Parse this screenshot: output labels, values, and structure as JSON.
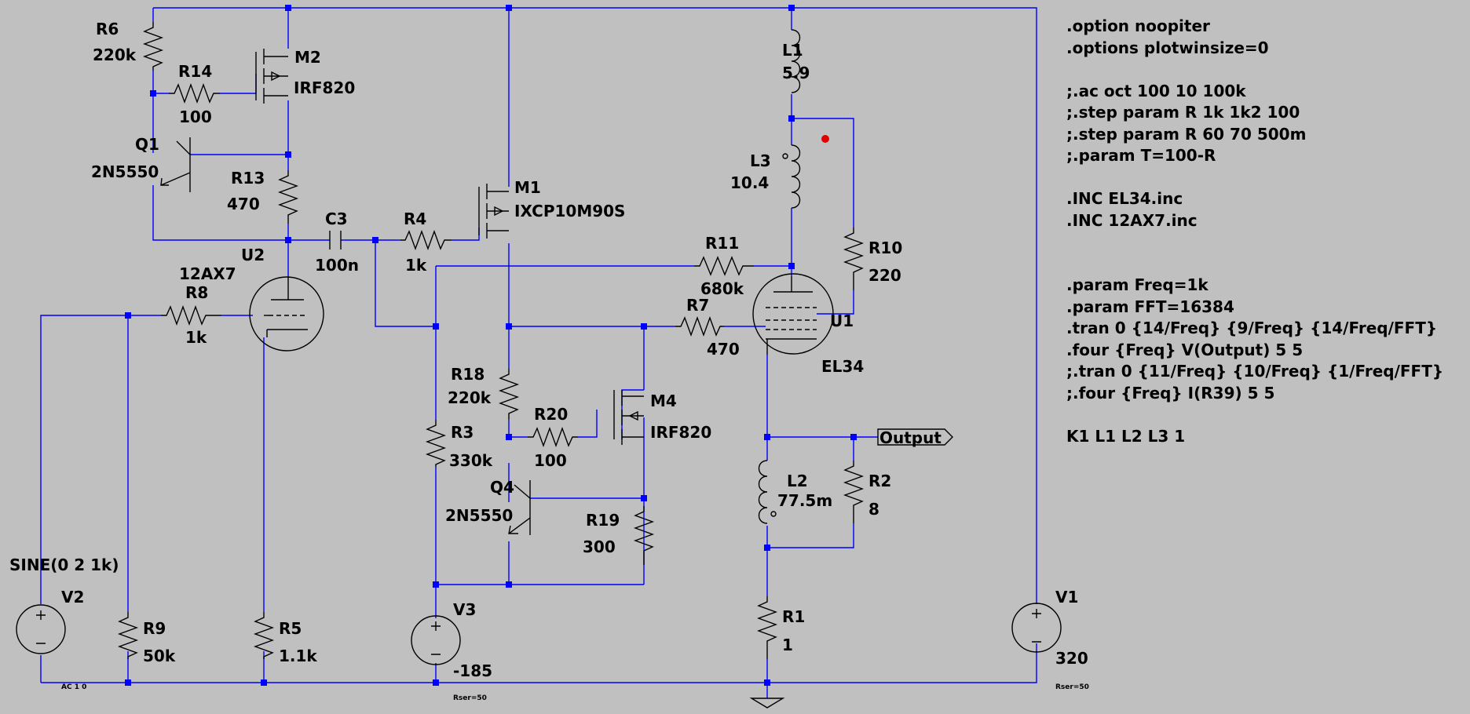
{
  "components": {
    "r6": {
      "ref": "R6",
      "value": "220k"
    },
    "r14": {
      "ref": "R14",
      "value": "100"
    },
    "m2": {
      "ref": "M2",
      "value": "IRF820"
    },
    "q1": {
      "ref": "Q1",
      "value": "2N5550"
    },
    "r13": {
      "ref": "R13",
      "value": "470"
    },
    "c3": {
      "ref": "C3",
      "value": "100n"
    },
    "r4": {
      "ref": "R4",
      "value": "1k"
    },
    "m1": {
      "ref": "M1",
      "value": "IXCP10M90S"
    },
    "u2": {
      "ref": "U2",
      "value": "12AX7"
    },
    "r8": {
      "ref": "R8",
      "value": "1k"
    },
    "l1": {
      "ref": "L1",
      "value": "5.9"
    },
    "l3": {
      "ref": "L3",
      "value": "10.4"
    },
    "r10": {
      "ref": "R10",
      "value": "220"
    },
    "r11": {
      "ref": "R11",
      "value": "680k"
    },
    "r7": {
      "ref": "R7",
      "value": "470"
    },
    "u1": {
      "ref": "U1",
      "value": "EL34"
    },
    "r18": {
      "ref": "R18",
      "value": "220k"
    },
    "r20": {
      "ref": "R20",
      "value": "100"
    },
    "m4": {
      "ref": "M4",
      "value": "IRF820"
    },
    "r3": {
      "ref": "R3",
      "value": "330k"
    },
    "q4": {
      "ref": "Q4",
      "value": "2N5550"
    },
    "r19": {
      "ref": "R19",
      "value": "300"
    },
    "l2": {
      "ref": "L2",
      "value": "77.5m"
    },
    "r2": {
      "ref": "R2",
      "value": "8"
    },
    "v2": {
      "ref": "V2",
      "value": "SINE(0 2 1k)",
      "extra": "AC 1 0"
    },
    "r9": {
      "ref": "R9",
      "value": "50k"
    },
    "r5": {
      "ref": "R5",
      "value": "1.1k"
    },
    "v3": {
      "ref": "V3",
      "value": "-185",
      "extra": "Rser=50"
    },
    "r1": {
      "ref": "R1",
      "value": "1"
    },
    "v1": {
      "ref": "V1",
      "value": "320",
      "extra": "Rser=50"
    }
  },
  "net_labels": {
    "output": "Output"
  },
  "directives": [
    ".option noopiter",
    ".options plotwinsize=0",
    "",
    ";.ac oct 100 10 100k",
    ";.step param R 1k 1k2 100",
    ";.step param R 60 70 500m",
    ";.param T=100-R",
    "",
    ".INC EL34.inc",
    ".INC 12AX7.inc",
    "",
    "",
    ".param Freq=1k",
    ".param FFT=16384",
    ".tran 0 {14/Freq} {9/Freq} {14/Freq/FFT}",
    ".four {Freq} V(Output) 5 5",
    ";.tran 0 {11/Freq} {10/Freq} {1/Freq/FFT}",
    ";.four {Freq} I(R39) 5 5",
    "",
    "K1 L1 L2 L3 1"
  ],
  "colors": {
    "background": "#c0c0c0",
    "wire": "#0000ff",
    "component": "#000000",
    "marker": "#e00000"
  }
}
